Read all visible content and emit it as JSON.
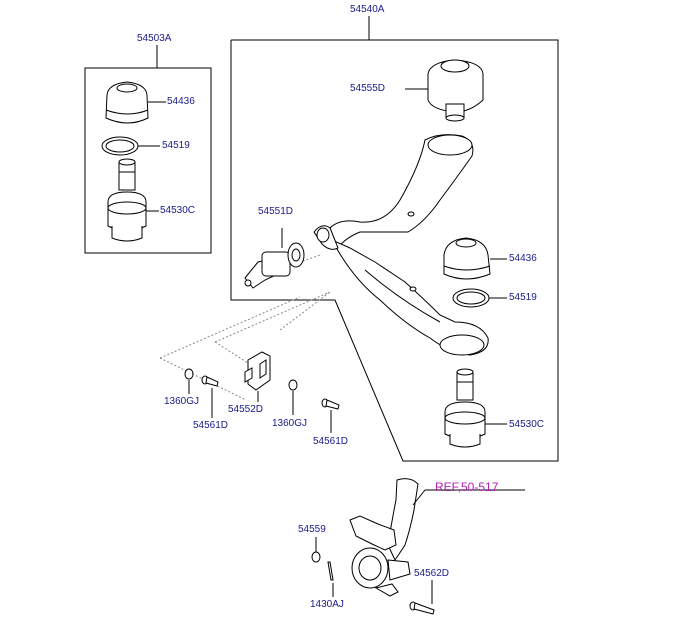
{
  "labels": {
    "assembly": "54540A",
    "subassembly": "54503A",
    "dust_cover_top": "54436",
    "snap_ring_top": "54519",
    "ball_joint_top": "54530C",
    "bushing_rear": "54555D",
    "bushing_front": "54551D",
    "dust_cover_arm": "54436",
    "snap_ring_arm": "54519",
    "ball_joint_arm": "54530C",
    "nut_left": "1360GJ",
    "bolt_left": "54561D",
    "bracket": "54552D",
    "nut_right": "1360GJ",
    "bolt_right": "54561D",
    "nut_knuckle": "54559",
    "pin": "1430AJ",
    "bolt_knuckle": "54562D",
    "reference": "REF,50-517"
  },
  "colors": {
    "label_text": "#1a1a8c",
    "reference_text": "#b01fb0",
    "line_art": "#000000"
  }
}
